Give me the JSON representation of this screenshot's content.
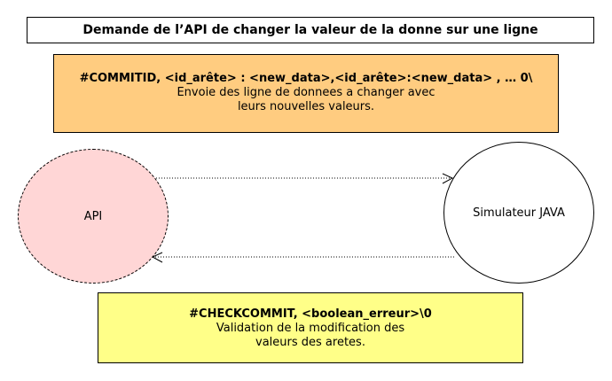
{
  "title": "Demande de l’API de changer la valeur de la donne sur une ligne",
  "request": {
    "command": "#COMMITID, <id_arête> : <new_data>,<id_arête>:<new_data> , … 0\\",
    "description": "Envoie des ligne de donnees a changer avec\nleurs nouvelles valeurs."
  },
  "nodes": {
    "api": "API",
    "simulator": "Simulateur JAVA"
  },
  "response": {
    "command": "#CHECKCOMMIT, <boolean_erreur>\\0",
    "description": "Validation de la modification des\nvaleurs des aretes."
  },
  "colors": {
    "request_fill": "#ffcc80",
    "response_fill": "#ffff88",
    "api_fill": "#ffd6d6"
  }
}
